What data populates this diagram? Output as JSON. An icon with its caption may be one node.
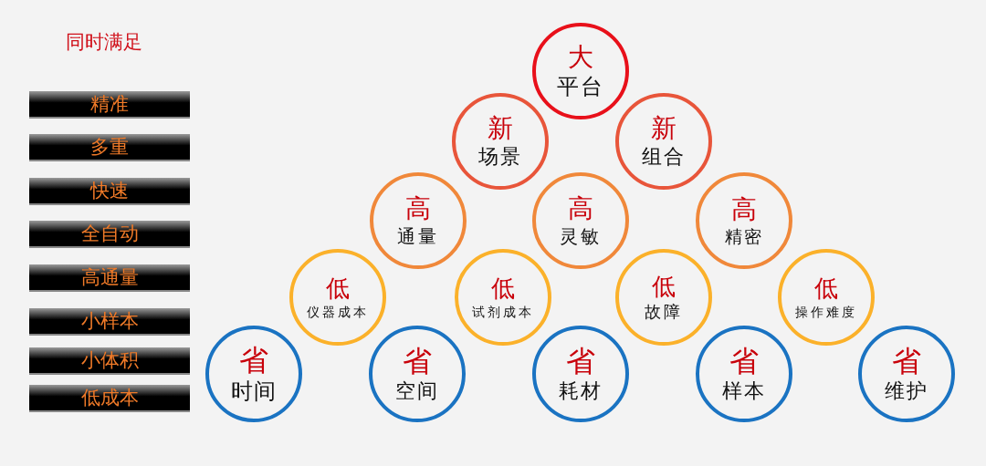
{
  "diagram": {
    "title": "同时满足",
    "nodes": [
      {
        "text": [
          "精准"
        ]
      },
      {
        "text": [
          "多重"
        ]
      },
      {
        "text": [
          "快速"
        ]
      },
      {
        "text": [
          "全自动"
        ]
      },
      {
        "text": [
          "高通量"
        ]
      },
      {
        "text": [
          "小样本"
        ]
      },
      {
        "text": [
          "小体积"
        ]
      },
      {
        "text": [
          "低成本"
        ]
      },
      {
        "text": [
          "大",
          "平台"
        ]
      },
      {
        "text": [
          "新",
          "场景"
        ]
      },
      {
        "text": [
          "新",
          "组合"
        ]
      },
      {
        "text": [
          "高",
          "通量"
        ]
      },
      {
        "text": [
          "高",
          "灵敏"
        ]
      },
      {
        "text": [
          "高",
          "精密"
        ]
      },
      {
        "text": [
          "低",
          "仪器成本"
        ]
      },
      {
        "text": [
          "低",
          "试剂成本"
        ]
      },
      {
        "text": [
          "低",
          "故障"
        ]
      },
      {
        "text": [
          "低",
          "操作难度"
        ]
      },
      {
        "text": [
          "省",
          "时间"
        ]
      },
      {
        "text": [
          "省",
          "空间"
        ]
      },
      {
        "text": [
          "省",
          "耗材"
        ]
      },
      {
        "text": [
          "省",
          "样本"
        ]
      },
      {
        "text": [
          "省",
          "维护"
        ]
      }
    ],
    "edges": []
  }
}
